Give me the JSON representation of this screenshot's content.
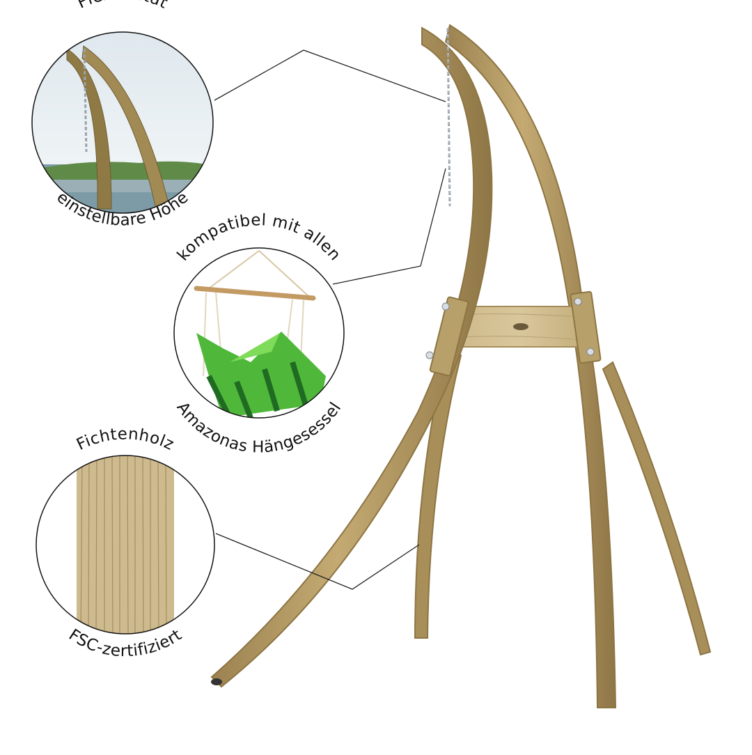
{
  "callouts": {
    "height": {
      "top_label": "Flexibilität",
      "bottom_label": "einstellbare Höhe",
      "icon": "chain-hook-icon"
    },
    "chair": {
      "top_label": "kompatibel mit allen",
      "bottom_label": "Amazonas Hängesessel",
      "icon": "hanging-chair-icon"
    },
    "wood": {
      "top_label": "Fichtenholz",
      "bottom_label": "FSC-zertifiziert",
      "icon": "wood-grain-icon"
    }
  },
  "colors": {
    "wood": "#b59a62",
    "wood_dark": "#8d7543",
    "wood_light": "#cdb681",
    "chain": "#9aa3ab",
    "chair_green": "#4fb83a",
    "chair_dark": "#1f6b22",
    "line": "#222222"
  }
}
